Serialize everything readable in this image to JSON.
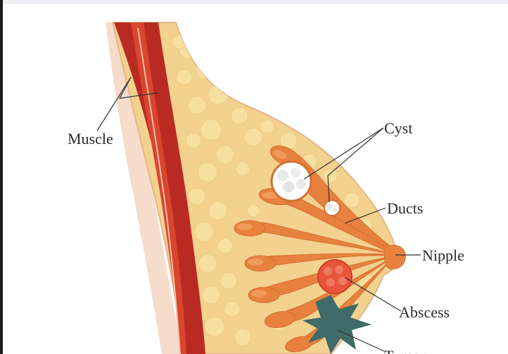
{
  "labels": {
    "muscle": "Muscle",
    "cyst": "Cyst",
    "ducts": "Ducts",
    "nipple": "Nipple",
    "abscess": "Abscess",
    "tumor": "Tumor"
  },
  "colors": {
    "skin": "#f6dccb",
    "muscle_dark": "#b92b22",
    "muscle_light": "#d9452f",
    "fat": "#f3d18f",
    "fat_blob": "#f7df9f",
    "lobule": "#e8813e",
    "lobule_light": "#f09b5a",
    "cyst": "#ffffff",
    "abscess": "#e9553a",
    "tumor": "#3f6b68",
    "outline": "#e6b58a",
    "leader": "#333333"
  }
}
